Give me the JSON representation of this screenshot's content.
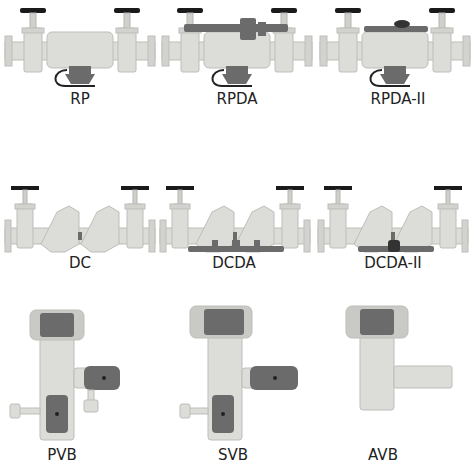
{
  "diagram": {
    "labels": [
      "RP",
      "RPDA",
      "RPDA-II",
      "DC",
      "DCDA",
      "DCDA-II",
      "PVB",
      "SVB",
      "AVB"
    ]
  }
}
